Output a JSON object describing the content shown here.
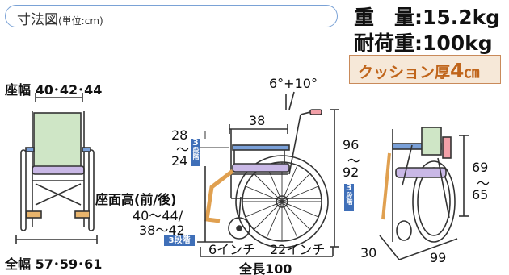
{
  "header": {
    "title": "寸法図",
    "unit": "(単位:cm)"
  },
  "specs": {
    "weight": "重　量:15.2kg",
    "load": "耐荷重:100kg",
    "cushion_prefix": "クッション厚",
    "cushion_value": "4",
    "cushion_unit": "㎝"
  },
  "front_view": {
    "seat_width": "座幅 40･42･44",
    "total_width": "全幅 57･59･61"
  },
  "side_view": {
    "angle": "6°+10°",
    "armrest_length": "38",
    "arm_height_top": "28",
    "arm_height_wave": "〜",
    "arm_height_bottom": "24",
    "tag_num": "3",
    "tag_text": "段階",
    "seat_height_label": "座面高(前/後)",
    "seat_height_1": "40〜44/",
    "seat_height_2": "38〜42",
    "seat_height_tag": "3段階",
    "back_height_top": "96",
    "back_height_wave": "〜",
    "back_height_bottom": "92",
    "front_wheel": "6インチ",
    "rear_wheel": "22インチ",
    "total_length": "全長100"
  },
  "folded_view": {
    "height_top": "69",
    "height_wave": "〜",
    "height_bottom": "65",
    "width": "30",
    "length": "99"
  }
}
